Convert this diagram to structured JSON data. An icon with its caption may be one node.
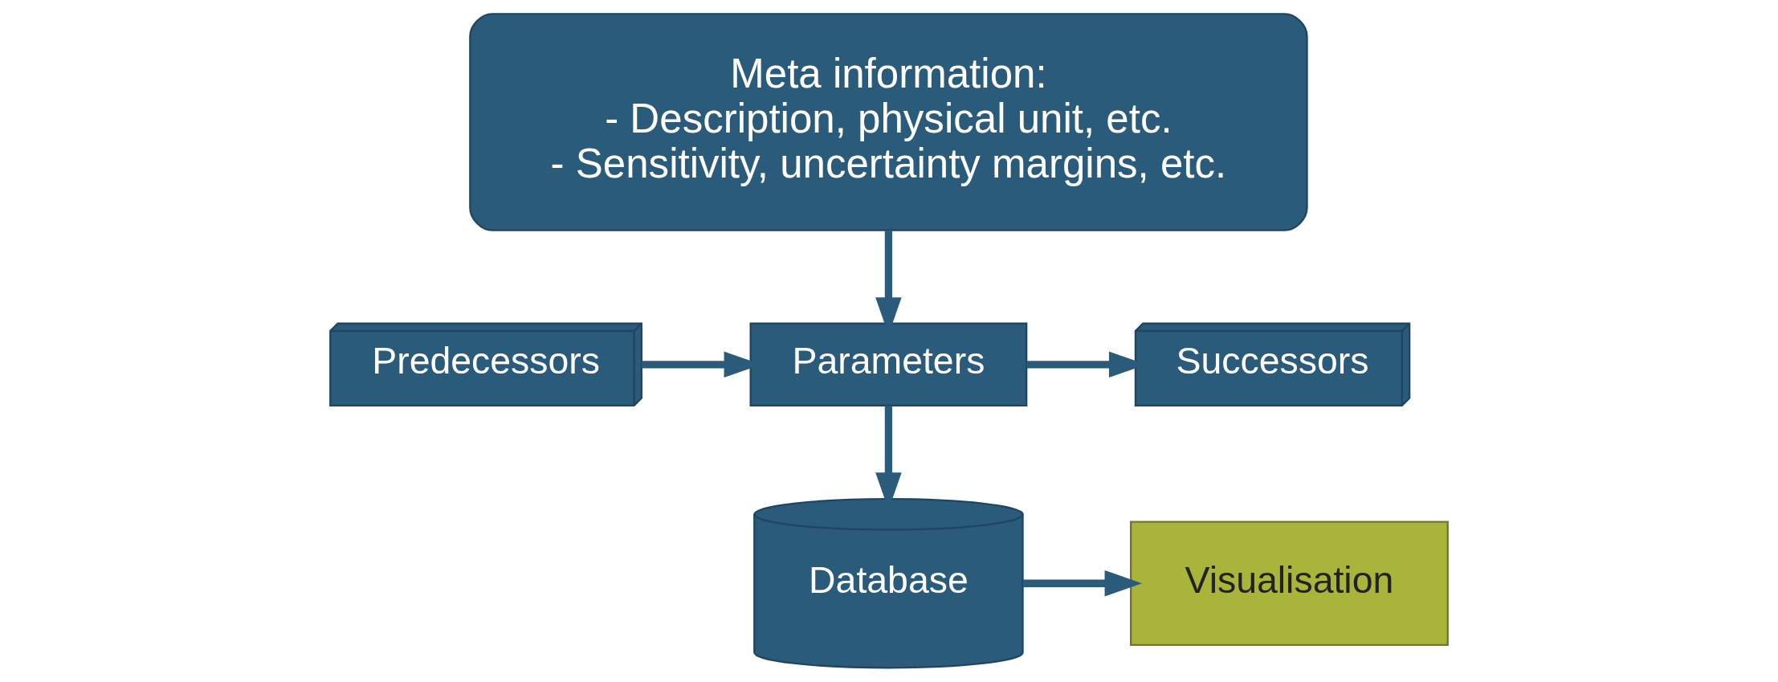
{
  "diagram": {
    "nodes": [
      {
        "text": [
          "Meta information:",
          "- Description, physical unit, etc.",
          "- Sensitivity, uncertainty margins, etc."
        ]
      },
      {
        "text": [
          "Predecessors"
        ]
      },
      {
        "text": [
          "Parameters"
        ]
      },
      {
        "text": [
          "Successors"
        ]
      },
      {
        "text": [
          "Database"
        ]
      },
      {
        "text": [
          "Visualisation"
        ]
      }
    ],
    "edges": [
      {
        "from": 0,
        "to": 2,
        "arrow": "to"
      },
      {
        "from": 1,
        "to": 2,
        "arrow": "to"
      },
      {
        "from": 2,
        "to": 3,
        "arrow": "to"
      },
      {
        "from": 2,
        "to": 4,
        "arrow": "to"
      },
      {
        "from": 4,
        "to": 5,
        "arrow": "to"
      }
    ]
  }
}
